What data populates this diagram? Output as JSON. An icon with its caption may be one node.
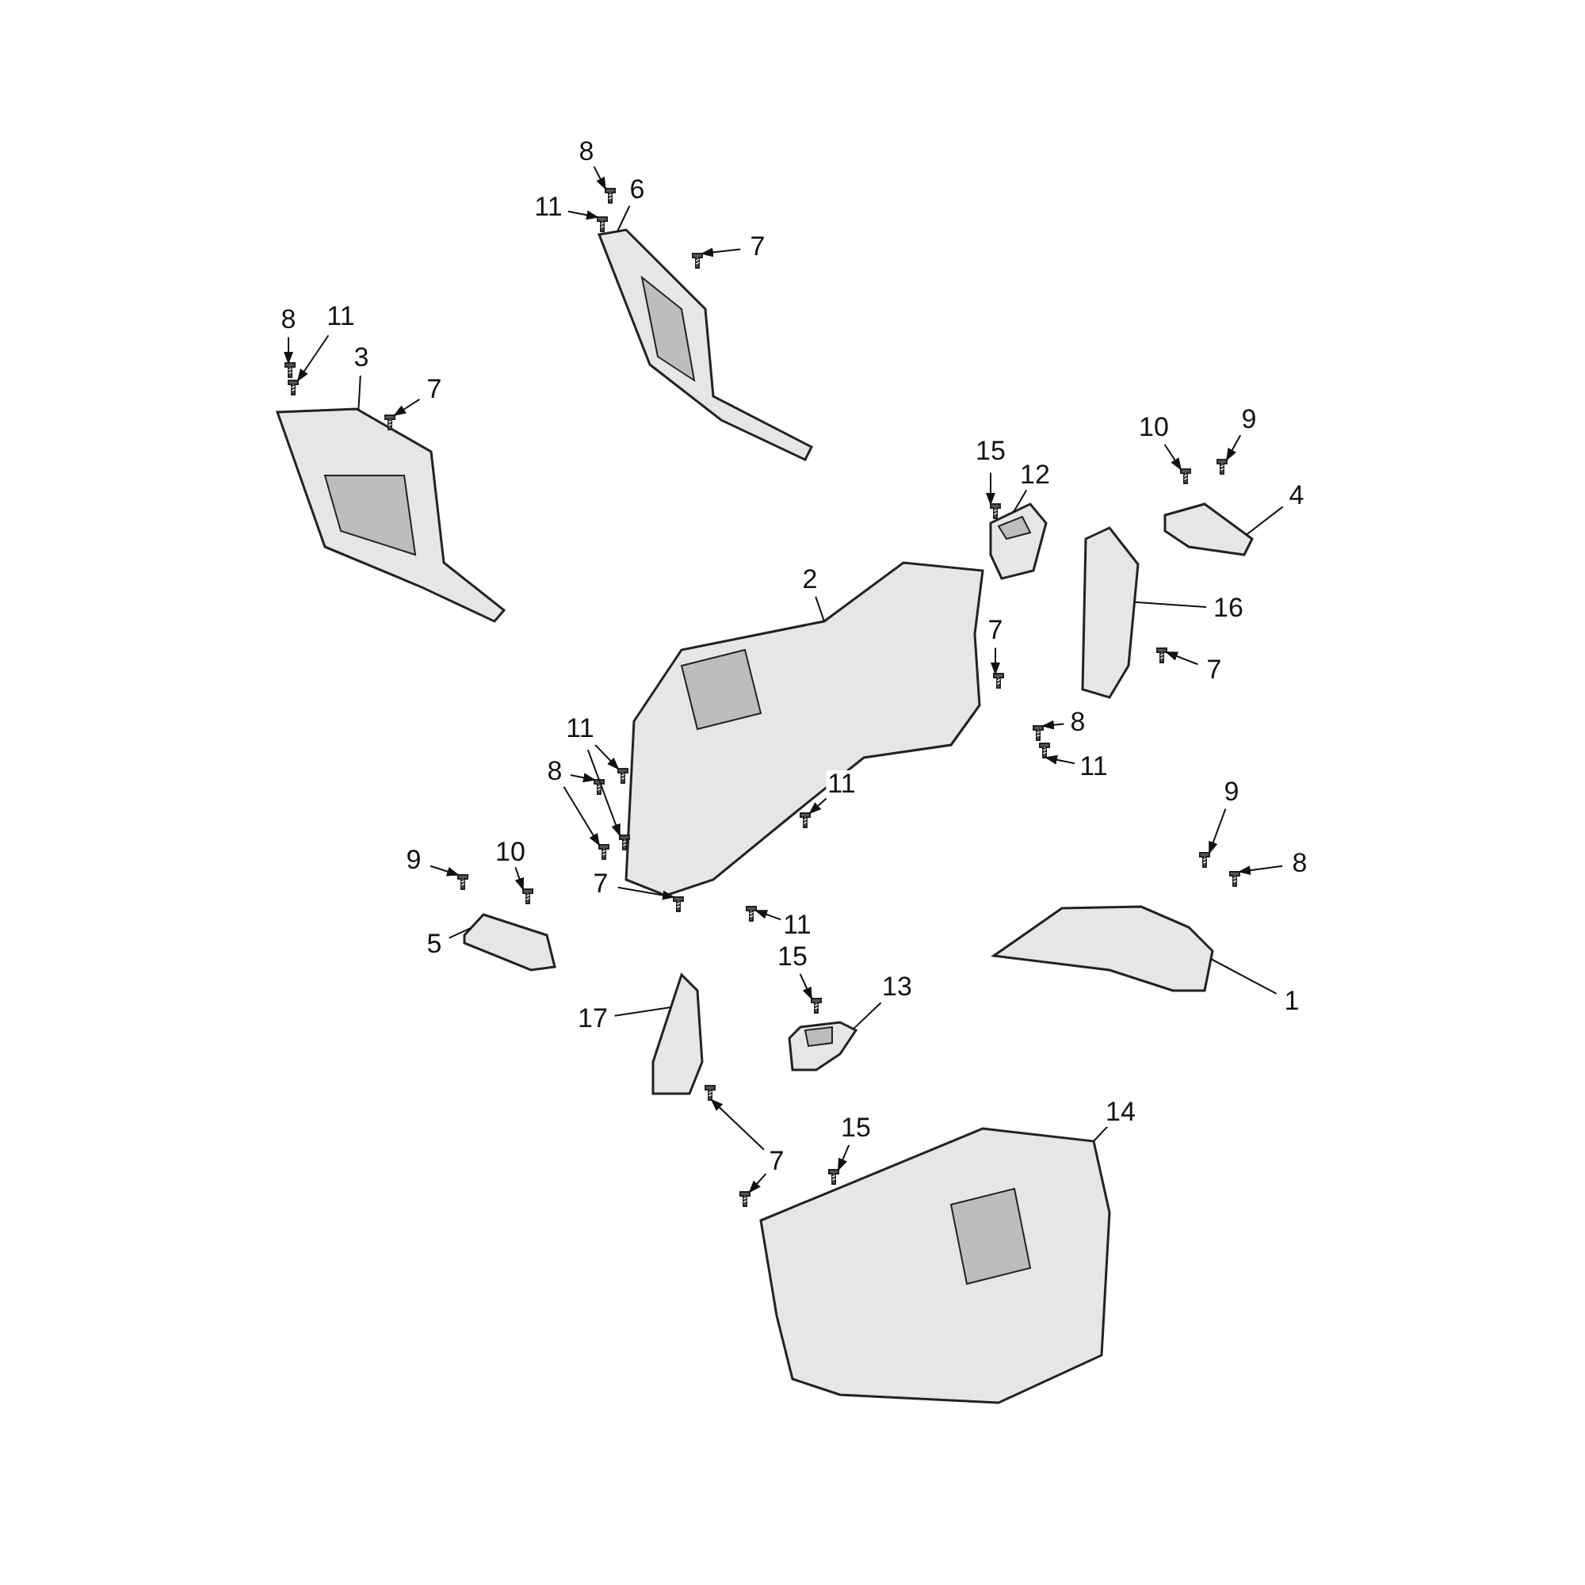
{
  "diagram": {
    "nodes": [
      {
        "text": [
          "8"
        ]
      },
      {
        "text": [
          "11"
        ]
      },
      {
        "text": [
          "6"
        ]
      },
      {
        "text": [
          "7"
        ]
      },
      {
        "text": [
          "8"
        ]
      },
      {
        "text": [
          "11"
        ]
      },
      {
        "text": [
          "3"
        ]
      },
      {
        "text": [
          "7"
        ]
      },
      {
        "text": [
          "15"
        ]
      },
      {
        "text": [
          "12"
        ]
      },
      {
        "text": [
          "10"
        ]
      },
      {
        "text": [
          "9"
        ]
      },
      {
        "text": [
          "4"
        ]
      },
      {
        "text": [
          "2"
        ]
      },
      {
        "text": [
          "16"
        ]
      },
      {
        "text": [
          "7"
        ]
      },
      {
        "text": [
          "7"
        ]
      },
      {
        "text": [
          "8"
        ]
      },
      {
        "text": [
          "11"
        ]
      },
      {
        "text": [
          "11"
        ]
      },
      {
        "text": [
          "8"
        ]
      },
      {
        "text": [
          "11"
        ]
      },
      {
        "text": [
          "7"
        ]
      },
      {
        "text": [
          "9"
        ]
      },
      {
        "text": [
          "8"
        ]
      },
      {
        "text": [
          "9"
        ]
      },
      {
        "text": [
          "10"
        ]
      },
      {
        "text": [
          "5"
        ]
      },
      {
        "text": [
          "11"
        ]
      },
      {
        "text": [
          "15"
        ]
      },
      {
        "text": [
          "13"
        ]
      },
      {
        "text": [
          "1"
        ]
      },
      {
        "text": [
          "17"
        ]
      },
      {
        "text": [
          "7"
        ]
      },
      {
        "text": [
          "15"
        ]
      },
      {
        "text": [
          "14"
        ]
      },
      {
        "text": [],
        "shape": "picture"
      },
      {
        "text": [],
        "shape": "picture"
      },
      {
        "text": [],
        "shape": "picture"
      },
      {
        "text": [],
        "shape": "picture"
      },
      {
        "text": [],
        "shape": "picture"
      },
      {
        "text": [],
        "shape": "picture"
      },
      {
        "text": [],
        "shape": "picture"
      },
      {
        "text": [],
        "shape": "picture"
      },
      {
        "text": [],
        "shape": "picture"
      },
      {
        "text": [],
        "shape": "picture"
      },
      {
        "text": [],
        "shape": "picture"
      },
      {
        "text": [],
        "shape": "picture"
      },
      {
        "text": [],
        "shape": "picture"
      },
      {
        "text": [],
        "shape": "picture"
      },
      {
        "text": [],
        "shape": "picture"
      },
      {
        "text": [],
        "shape": "picture"
      },
      {
        "text": [],
        "shape": "picture"
      },
      {
        "text": [],
        "shape": "picture"
      },
      {
        "text": [],
        "shape": "picture"
      },
      {
        "text": [],
        "shape": "picture"
      },
      {
        "text": [],
        "shape": "picture"
      },
      {
        "text": [],
        "shape": "picture"
      },
      {
        "text": [],
        "shape": "picture"
      },
      {
        "text": [],
        "shape": "picture"
      },
      {
        "text": [],
        "shape": "picture"
      },
      {
        "text": [],
        "shape": "picture"
      },
      {
        "text": [],
        "shape": "picture"
      },
      {
        "text": [],
        "shape": "picture"
      },
      {
        "text": [],
        "shape": "picture"
      },
      {
        "text": [],
        "shape": "picture"
      },
      {
        "text": [],
        "shape": "picture"
      },
      {
        "text": [],
        "shape": "picture"
      },
      {
        "text": [],
        "shape": "picture"
      },
      {
        "text": [],
        "shape": "picture"
      },
      {
        "text": [],
        "shape": "picture"
      },
      {
        "text": [],
        "shape": "picture"
      },
      {
        "text": [],
        "shape": "picture"
      },
      {
        "text": [],
        "shape": "picture"
      },
      {
        "text": [],
        "shape": "picture"
      }
    ],
    "edges": [
      {
        "from": 0,
        "to": 47,
        "arrow": "to"
      },
      {
        "from": 1,
        "to": 48,
        "arrow": "to"
      },
      {
        "from": 2,
        "to": 37,
        "arrow": "none"
      },
      {
        "from": 3,
        "to": 49,
        "arrow": "to"
      },
      {
        "from": 4,
        "to": 50,
        "arrow": "to"
      },
      {
        "from": 5,
        "to": 51,
        "arrow": "to"
      },
      {
        "from": 6,
        "to": 36,
        "arrow": "none"
      },
      {
        "from": 7,
        "to": 52,
        "arrow": "to"
      },
      {
        "from": 8,
        "to": 53,
        "arrow": "to"
      },
      {
        "from": 9,
        "to": 38,
        "arrow": "none"
      },
      {
        "from": 10,
        "to": 54,
        "arrow": "to"
      },
      {
        "from": 11,
        "to": 55,
        "arrow": "to"
      },
      {
        "from": 12,
        "to": 39,
        "arrow": "none"
      },
      {
        "from": 13,
        "to": 40,
        "arrow": "none"
      },
      {
        "from": 14,
        "to": 41,
        "arrow": "none"
      },
      {
        "from": 15,
        "to": 56,
        "arrow": "to"
      },
      {
        "from": 16,
        "to": 57,
        "arrow": "to"
      },
      {
        "from": 17,
        "to": 58,
        "arrow": "to"
      },
      {
        "from": 18,
        "to": 59,
        "arrow": "to"
      },
      {
        "from": 19,
        "to": 60,
        "arrow": "to"
      },
      {
        "from": 19,
        "to": 61,
        "arrow": "to"
      },
      {
        "from": 20,
        "to": 62,
        "arrow": "to"
      },
      {
        "from": 20,
        "to": 63,
        "arrow": "to"
      },
      {
        "from": 21,
        "to": 64,
        "arrow": "to"
      },
      {
        "from": 22,
        "to": 65,
        "arrow": "to"
      },
      {
        "from": 23,
        "to": 66,
        "arrow": "to"
      },
      {
        "from": 24,
        "to": 67,
        "arrow": "to"
      },
      {
        "from": 25,
        "to": 68,
        "arrow": "to"
      },
      {
        "from": 26,
        "to": 69,
        "arrow": "to"
      },
      {
        "from": 27,
        "to": 42,
        "arrow": "none"
      },
      {
        "from": 28,
        "to": 70,
        "arrow": "to"
      },
      {
        "from": 29,
        "to": 71,
        "arrow": "to"
      },
      {
        "from": 30,
        "to": 44,
        "arrow": "none"
      },
      {
        "from": 31,
        "to": 45,
        "arrow": "none"
      },
      {
        "from": 32,
        "to": 43,
        "arrow": "none"
      },
      {
        "from": 33,
        "to": 72,
        "arrow": "to"
      },
      {
        "from": 33,
        "to": 73,
        "arrow": "to"
      },
      {
        "from": 34,
        "to": 74,
        "arrow": "to"
      },
      {
        "from": 35,
        "to": 46,
        "arrow": "none"
      }
    ]
  }
}
